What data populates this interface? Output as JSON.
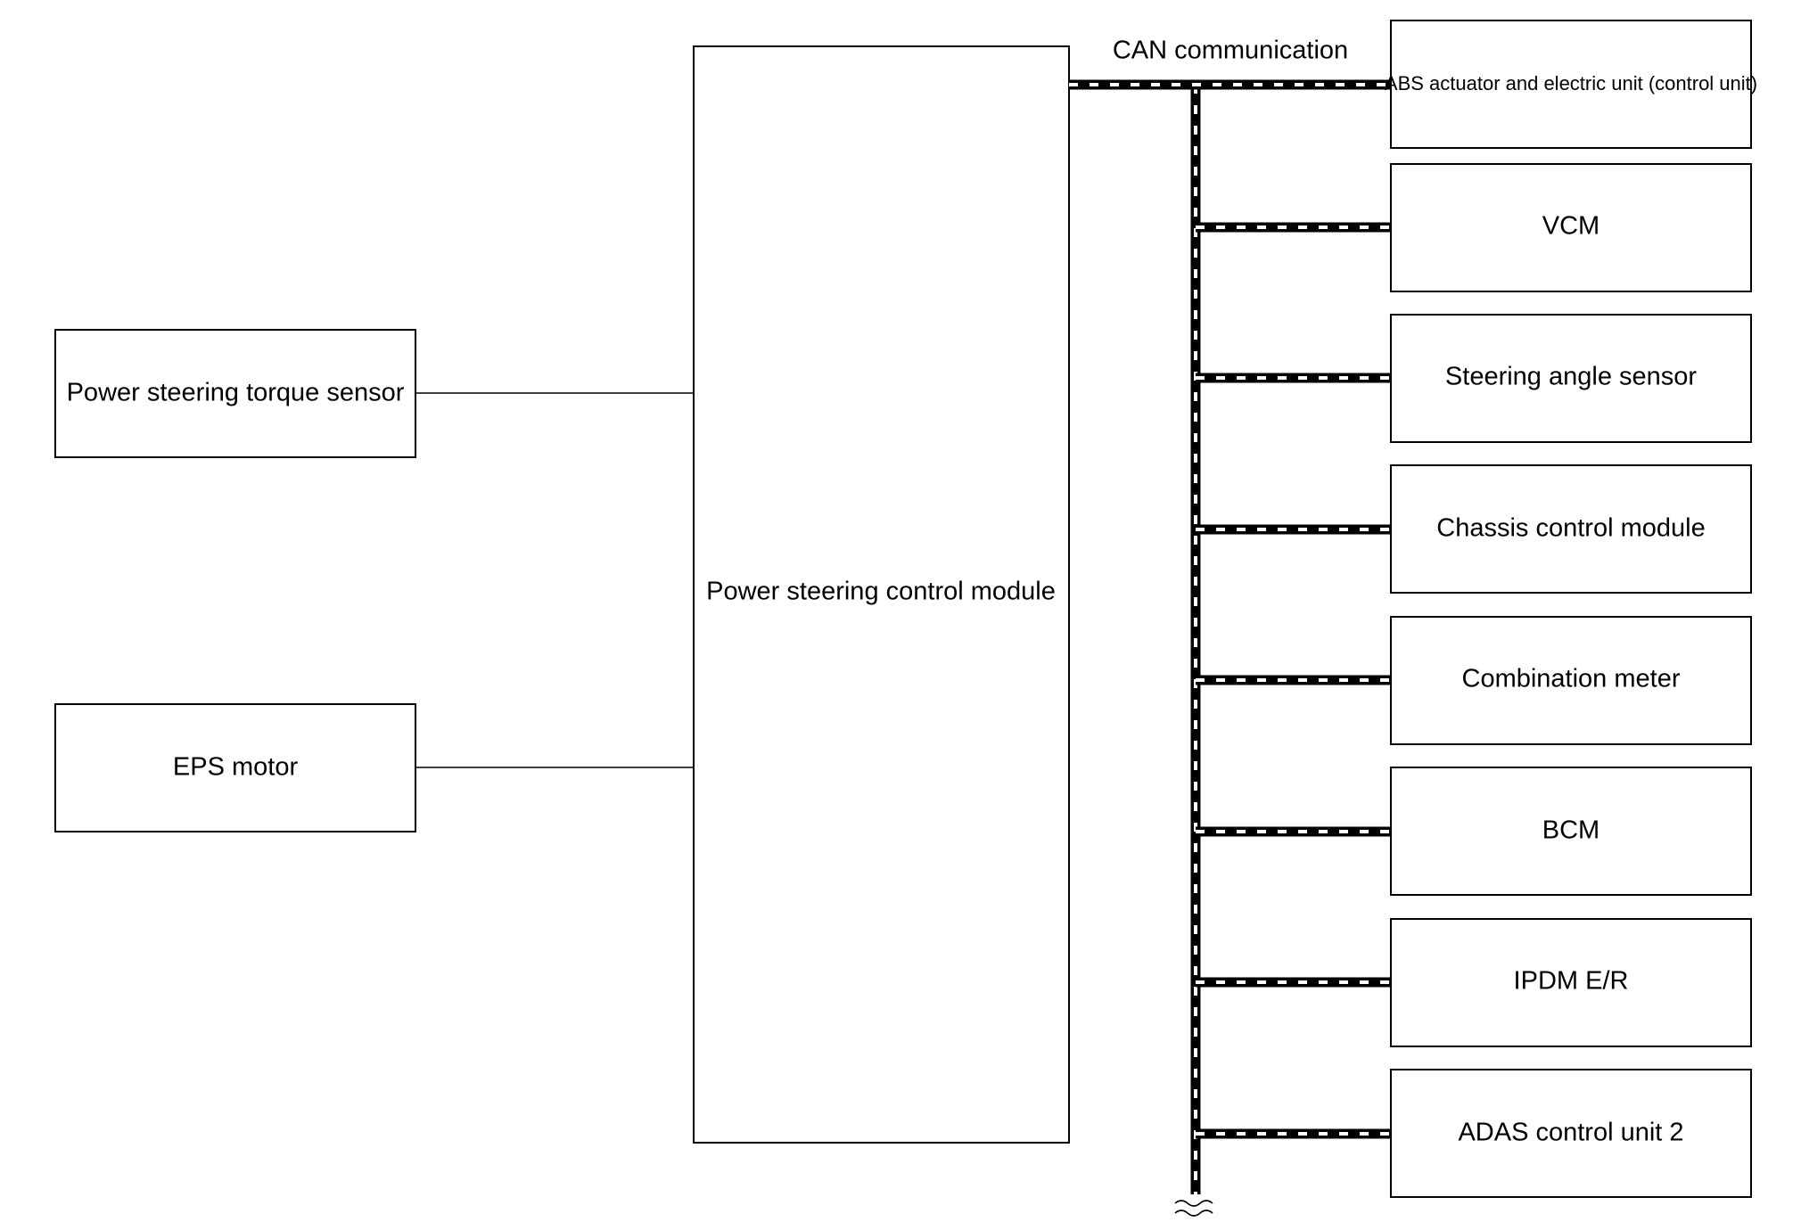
{
  "diagram": {
    "can_label": "CAN communication",
    "left_boxes": [
      {
        "label": "Power steering torque sensor"
      },
      {
        "label": "EPS motor"
      }
    ],
    "center_box": {
      "label": "Power steering control module"
    },
    "right_boxes": [
      {
        "label": "ABS actuator and electric unit (control unit)"
      },
      {
        "label": "VCM"
      },
      {
        "label": "Steering angle sensor"
      },
      {
        "label": "Chassis control module"
      },
      {
        "label": "Combination meter"
      },
      {
        "label": "BCM"
      },
      {
        "label": "IPDM E/R"
      },
      {
        "label": "ADAS control unit 2"
      }
    ]
  }
}
